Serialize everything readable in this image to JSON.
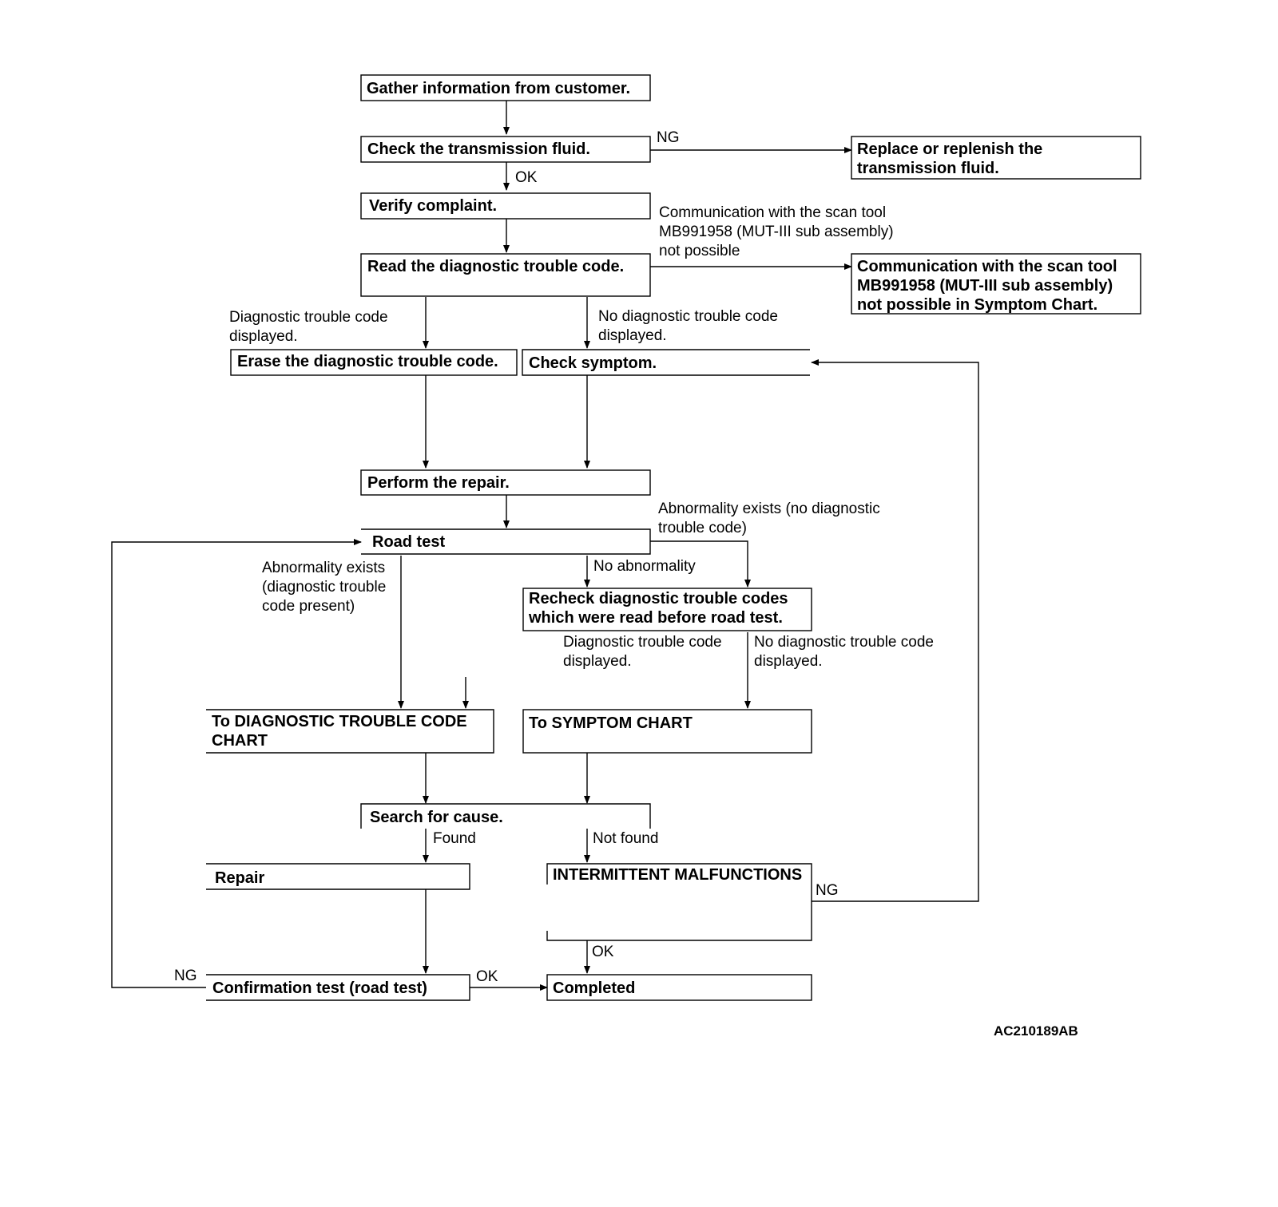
{
  "nodes": {
    "gather_info": [
      "Gather information from customer."
    ],
    "check_fluid": [
      "Check the  transmission fluid."
    ],
    "replace_fluid": [
      "Replace or replenish the",
      "transmission fluid."
    ],
    "verify_complaint": [
      "Verify complaint."
    ],
    "read_dtc": [
      "Read the diagnostic trouble code."
    ],
    "comm_symptom_chart": [
      "Communication with the scan tool",
      "MB991958 (MUT-III sub assembly)",
      "not possible in Symptom Chart."
    ],
    "erase_dtc": [
      "Erase the diagnostic trouble code."
    ],
    "check_symptom": [
      "Check symptom."
    ],
    "perform_repair": [
      "Perform the repair."
    ],
    "road_test": [
      "Road test"
    ],
    "recheck_dtc": [
      "Recheck diagnostic trouble codes",
      "which were read before road test."
    ],
    "to_dtc_chart": [
      "To DIAGNOSTIC TROUBLE CODE",
      "CHART"
    ],
    "to_symptom_chart": [
      "To SYMPTOM CHART"
    ],
    "search_cause": [
      "Search for cause."
    ],
    "repair": [
      "Repair"
    ],
    "intermittent": [
      "INTERMITTENT MALFUNCTIONS"
    ],
    "confirmation_test": [
      "Confirmation test (road test)"
    ],
    "completed": [
      "Completed"
    ]
  },
  "edge_labels": {
    "fluid_ng": [
      "NG"
    ],
    "fluid_ok": [
      "OK"
    ],
    "comm_not_possible": [
      "Communication with the scan tool",
      "MB991958 (MUT-III sub assembly)",
      "not possible"
    ],
    "dtc_displayed": [
      "Diagnostic trouble code",
      "displayed."
    ],
    "no_dtc_displayed": [
      "No diagnostic trouble code",
      "displayed."
    ],
    "abnormal_no_dtc": [
      "Abnormality exists (no diagnostic",
      "trouble code)"
    ],
    "abnormal_dtc_present": [
      "Abnormality exists",
      "(diagnostic trouble",
      "code present)"
    ],
    "no_abnormality": [
      "No abnormality"
    ],
    "recheck_dtc_displayed": [
      "Diagnostic trouble code",
      "displayed."
    ],
    "recheck_no_dtc_displayed": [
      "No diagnostic trouble code",
      "displayed."
    ],
    "found": [
      "Found"
    ],
    "not_found": [
      "Not found"
    ],
    "intermittent_ng": [
      "NG"
    ],
    "intermittent_ok": [
      "OK"
    ],
    "confirm_ng": [
      "NG"
    ],
    "confirm_ok": [
      "OK"
    ]
  },
  "figure_id": "AC210189AB"
}
